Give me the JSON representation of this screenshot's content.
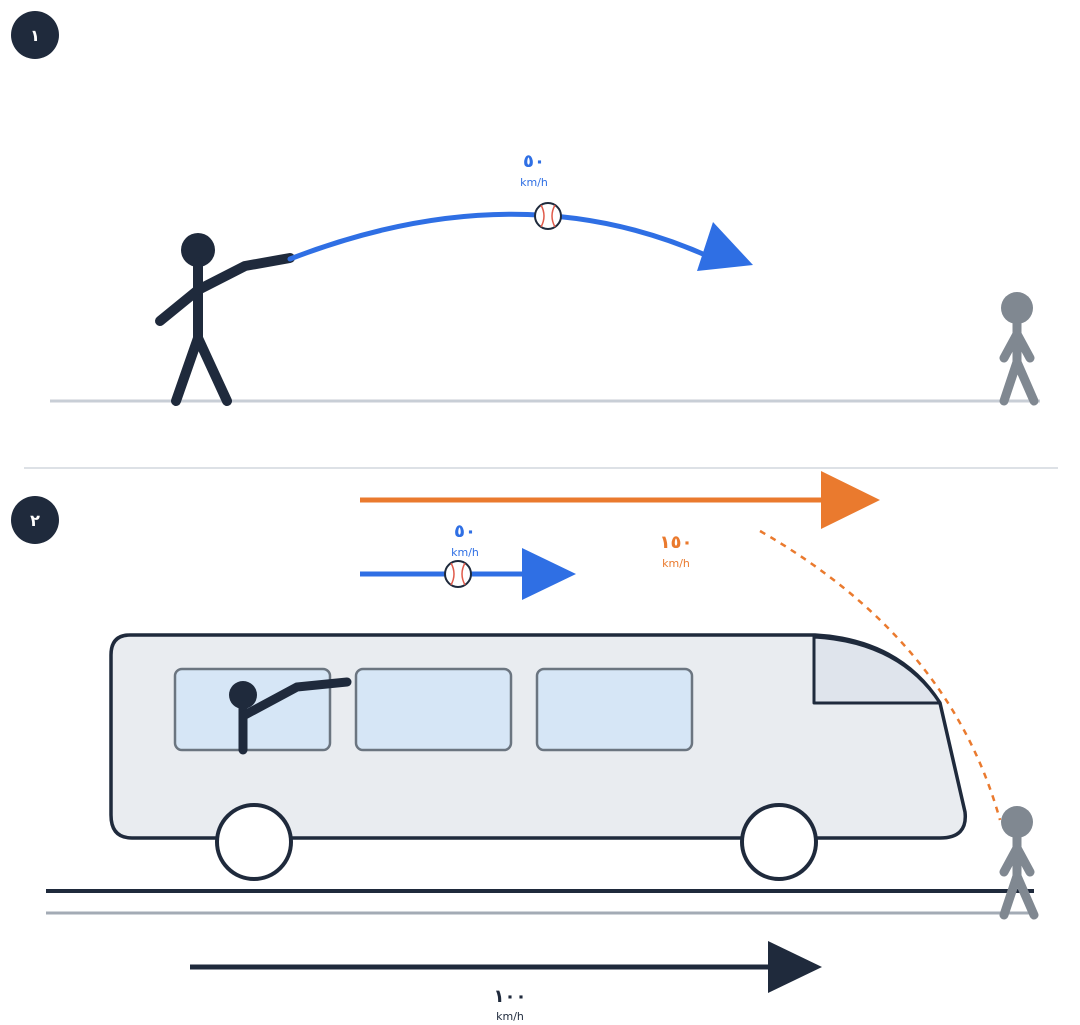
{
  "panels": [
    {
      "badge": "١"
    },
    {
      "badge": "٢"
    }
  ],
  "labels": {
    "throw_speed": {
      "value": "٥٠",
      "unit": "km/h"
    },
    "throw_speed_bus": {
      "value": "٥٠",
      "unit": "km/h"
    },
    "combined_speed": {
      "value": "١٥٠",
      "unit": "km/h"
    },
    "bus_speed": {
      "value": "١٠٠",
      "unit": "km/h"
    }
  },
  "colors": {
    "ink": "#1f2a3c",
    "blue": "#2f6fe4",
    "orange": "#ea7a2e",
    "observer": "#808891",
    "ground": "#c8ced6",
    "bus_body": "#e9ecf0",
    "bus_window": "#d6e6f6",
    "bus_windshield": "#dfe4ec"
  },
  "icons": {
    "ball": "baseball-icon",
    "thrower": "stick-figure-thrower",
    "observer": "stick-figure-observer"
  }
}
